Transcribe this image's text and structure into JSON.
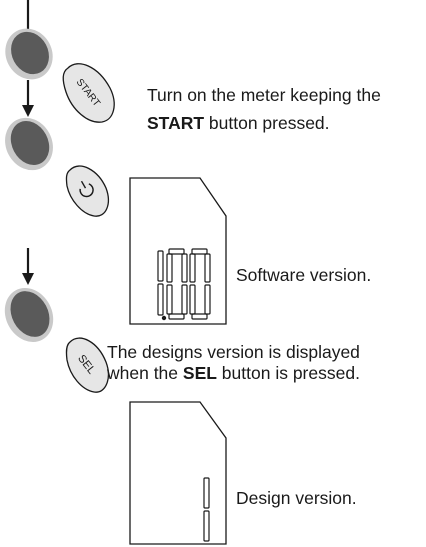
{
  "step1": {
    "line1": "Turn on the meter keeping the",
    "button": "START",
    "line2_rest": " button pressed."
  },
  "step2": {
    "display": "1.00",
    "caption": "Software version."
  },
  "step3": {
    "line1": "The designs version is displayed",
    "prefix": "when the ",
    "button": "SEL",
    "suffix": " button is pressed."
  },
  "step4": {
    "display": "1",
    "caption": "Design version."
  },
  "keys": {
    "start": "START",
    "sel": "SEL"
  },
  "colors": {
    "finger": "#5a5a5a",
    "finger_rim": "#c9c9c9",
    "key_fill": "#e6e6e6",
    "stroke": "#1a1a1a"
  }
}
